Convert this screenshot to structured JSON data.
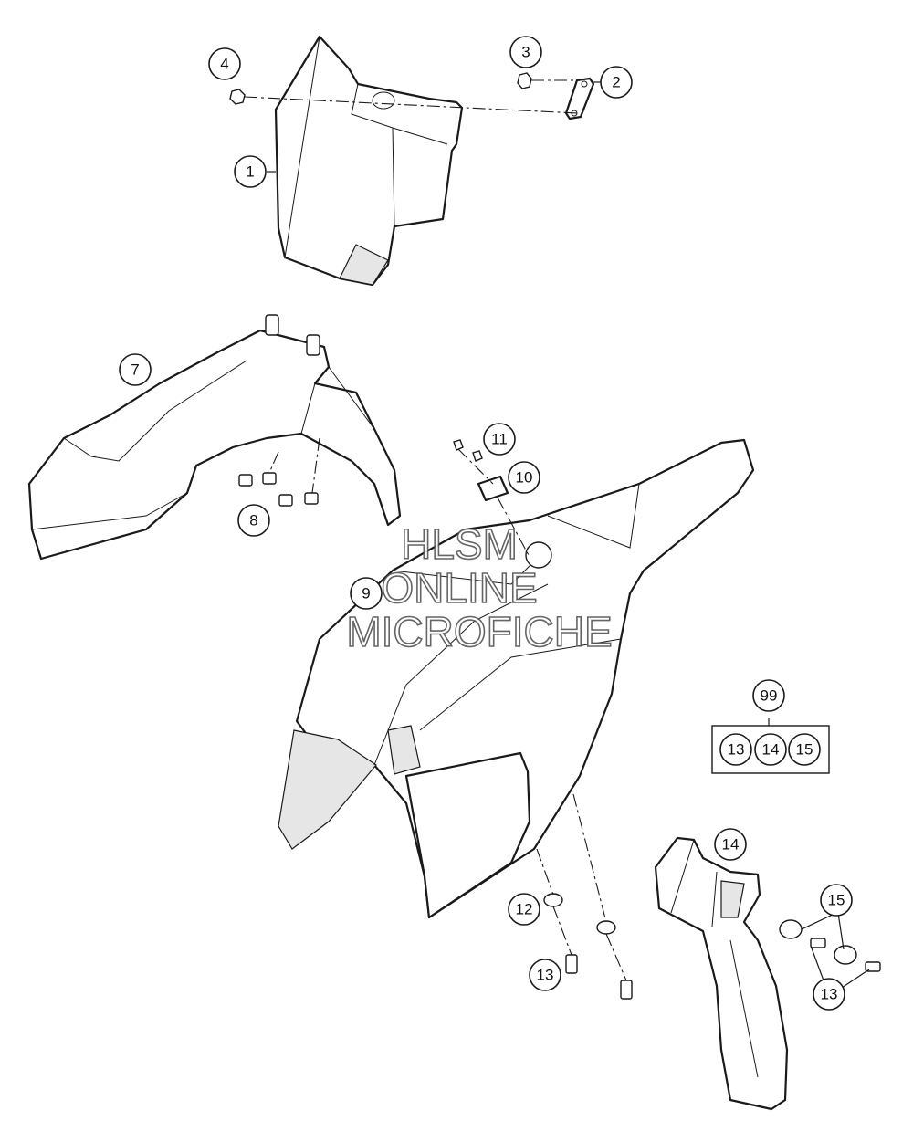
{
  "callouts": {
    "c1": "1",
    "c2": "2",
    "c3": "3",
    "c4": "4",
    "c7": "7",
    "c8": "8",
    "c9": "9",
    "c10": "10",
    "c11": "11",
    "c12": "12",
    "c13a": "13",
    "c13b": "13",
    "c14": "14",
    "c15": "15",
    "kit": {
      "number": "99",
      "items": [
        "13",
        "14",
        "15"
      ]
    }
  },
  "watermark": {
    "line1": "HLSM",
    "line2": "ONLINE",
    "line3": "MICROFICHE"
  }
}
